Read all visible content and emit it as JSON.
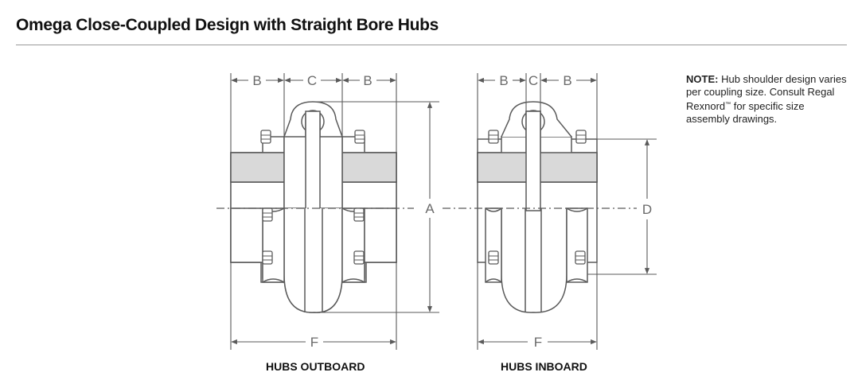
{
  "title": "Omega Close-Coupled Design with Straight Bore Hubs",
  "note": {
    "label": "NOTE:",
    "text_1": "Hub shoulder design varies per coupling size. Consult Regal Rexnord",
    "trademark": "™",
    "text_2": " for specific size assembly drawings."
  },
  "captions": {
    "left": "HUBS OUTBOARD",
    "right": "HUBS INBOARD"
  },
  "dimensions": {
    "b": "B",
    "c": "C",
    "a": "A",
    "d": "D",
    "f": "F"
  },
  "colors": {
    "line": "#5a5a5a",
    "hub_fill": "#d9d9d9",
    "background": "#ffffff"
  }
}
